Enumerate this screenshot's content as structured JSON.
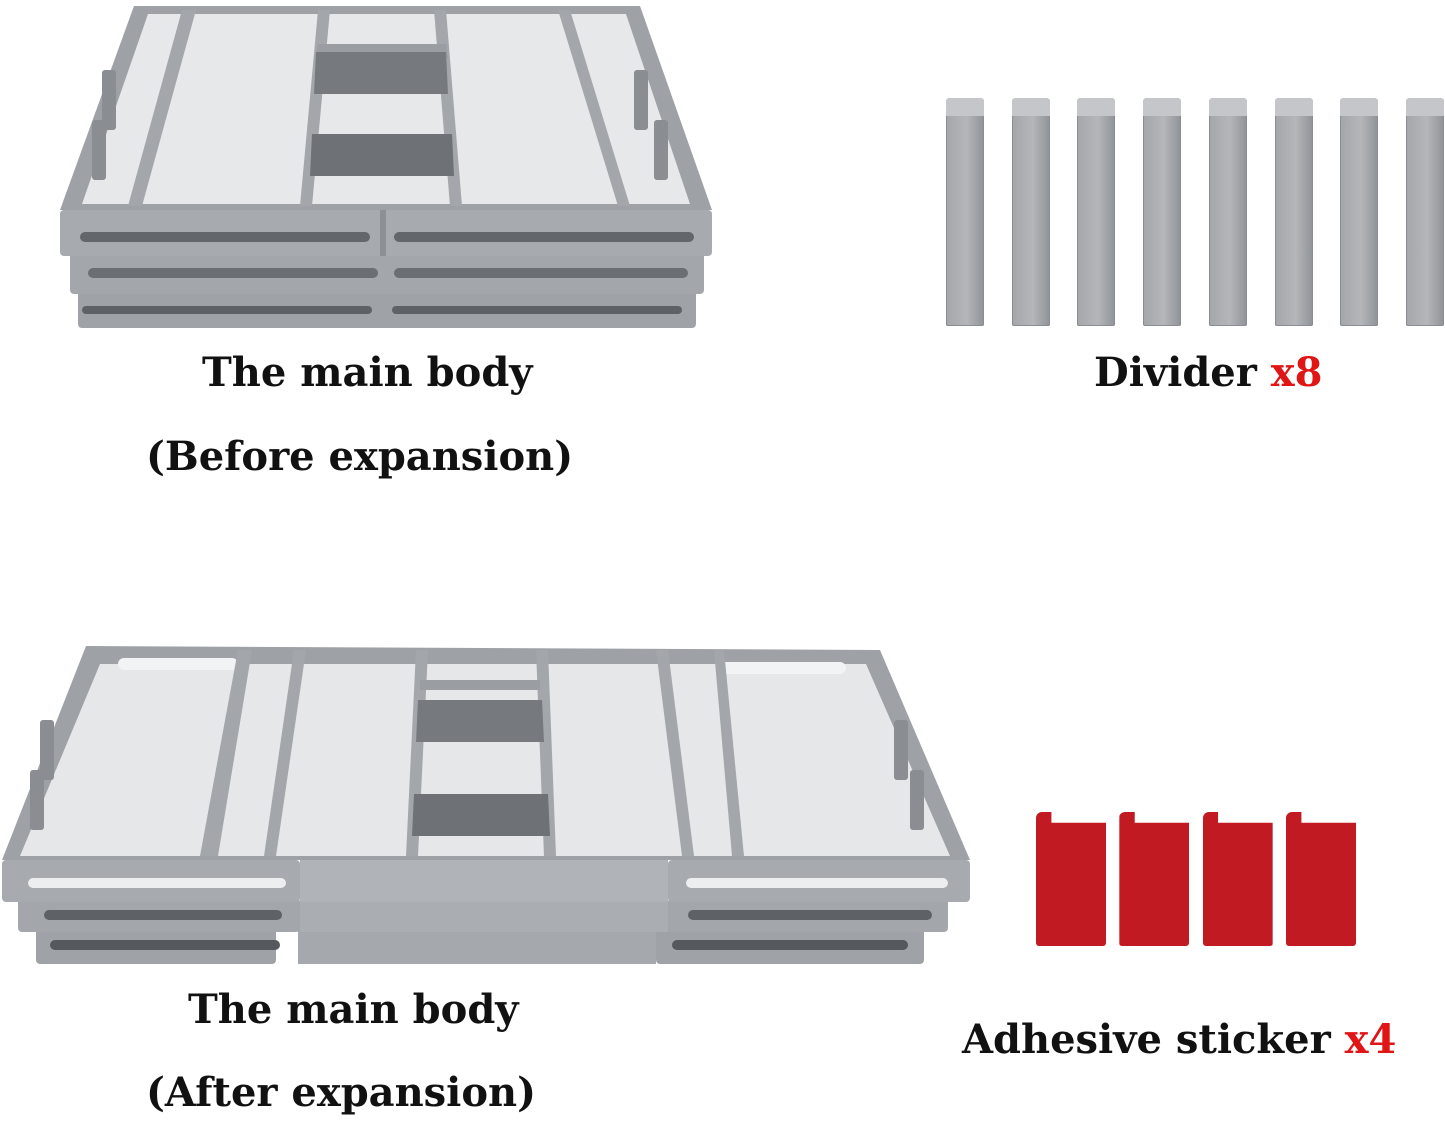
{
  "colors": {
    "tray_frame": "#9b9da1",
    "tray_floor": "#e9eaec",
    "tray_shadow": "#6f7276",
    "divider": "#a4a6aa",
    "sticker": "#c11a22",
    "accent": "#e01515"
  },
  "main_before": {
    "line1": "The main body",
    "line2": "(Before expansion)"
  },
  "main_after": {
    "line1": "The main body",
    "line2": "(After expansion)"
  },
  "divider": {
    "label": "Divider",
    "qty": "x8",
    "count": 8
  },
  "sticker": {
    "label": "Adhesive sticker",
    "qty": "x4",
    "count": 4
  }
}
